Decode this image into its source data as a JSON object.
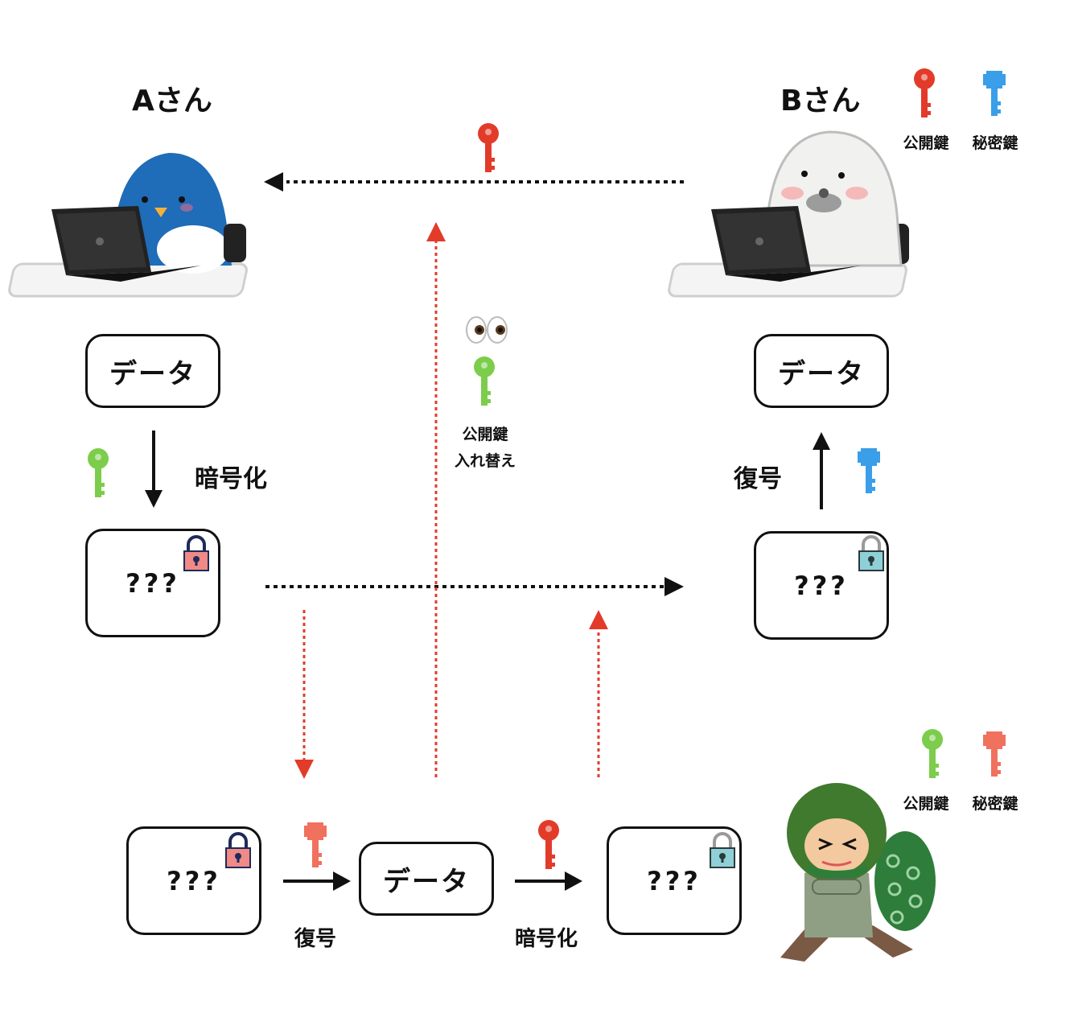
{
  "actor_a": {
    "name": "Aさん"
  },
  "actor_b": {
    "name": "Bさん"
  },
  "legend_top": {
    "public_key": "公開鍵",
    "private_key": "秘密鍵"
  },
  "legend_bottom": {
    "public_key": "公開鍵",
    "private_key": "秘密鍵"
  },
  "a_data_box": {
    "text": "データ"
  },
  "a_encrypted_box": {
    "text": "???"
  },
  "a_encrypt_step": {
    "label": "暗号化"
  },
  "b_data_box": {
    "text": "データ"
  },
  "b_encrypted_box": {
    "text": "???"
  },
  "b_decrypt_step": {
    "label": "復号"
  },
  "attacker_swap": {
    "line1": "公開鍵",
    "line2": "入れ替え"
  },
  "bottom_flow": {
    "box1": "???",
    "decrypt_label": "復号",
    "box2": "データ",
    "encrypt_label": "暗号化",
    "box3": "???"
  },
  "colors": {
    "red_key": "#e23b2a",
    "blue_key": "#3a9ee8",
    "green_key": "#7ccd4b",
    "salmon_key": "#f0715e",
    "red_dotted": "#e23b2a",
    "pink_lock": "#f08a86",
    "teal_lock": "#8fd0d8",
    "penguin": "#1f6cb8",
    "seal": "#f1f1ef"
  }
}
